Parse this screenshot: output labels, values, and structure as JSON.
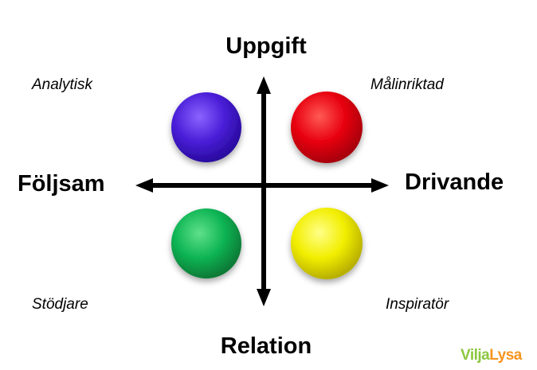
{
  "axes": {
    "top": "Uppgift",
    "bottom": "Relation",
    "left": "Följsam",
    "right": "Drivande"
  },
  "quadrants": {
    "top_left": {
      "label": "Analytisk",
      "color": "#4a1fd8"
    },
    "top_right": {
      "label": "Målinriktad",
      "color": "#e8000f"
    },
    "bottom_left": {
      "label": "Stödjare",
      "color": "#0fb554"
    },
    "bottom_right": {
      "label": "Inspiratör",
      "color": "#f2ee00"
    }
  },
  "brand": {
    "part1": "Vilja",
    "part2": "Lysa",
    "color1": "#8cc63f",
    "color2": "#f7941d"
  }
}
